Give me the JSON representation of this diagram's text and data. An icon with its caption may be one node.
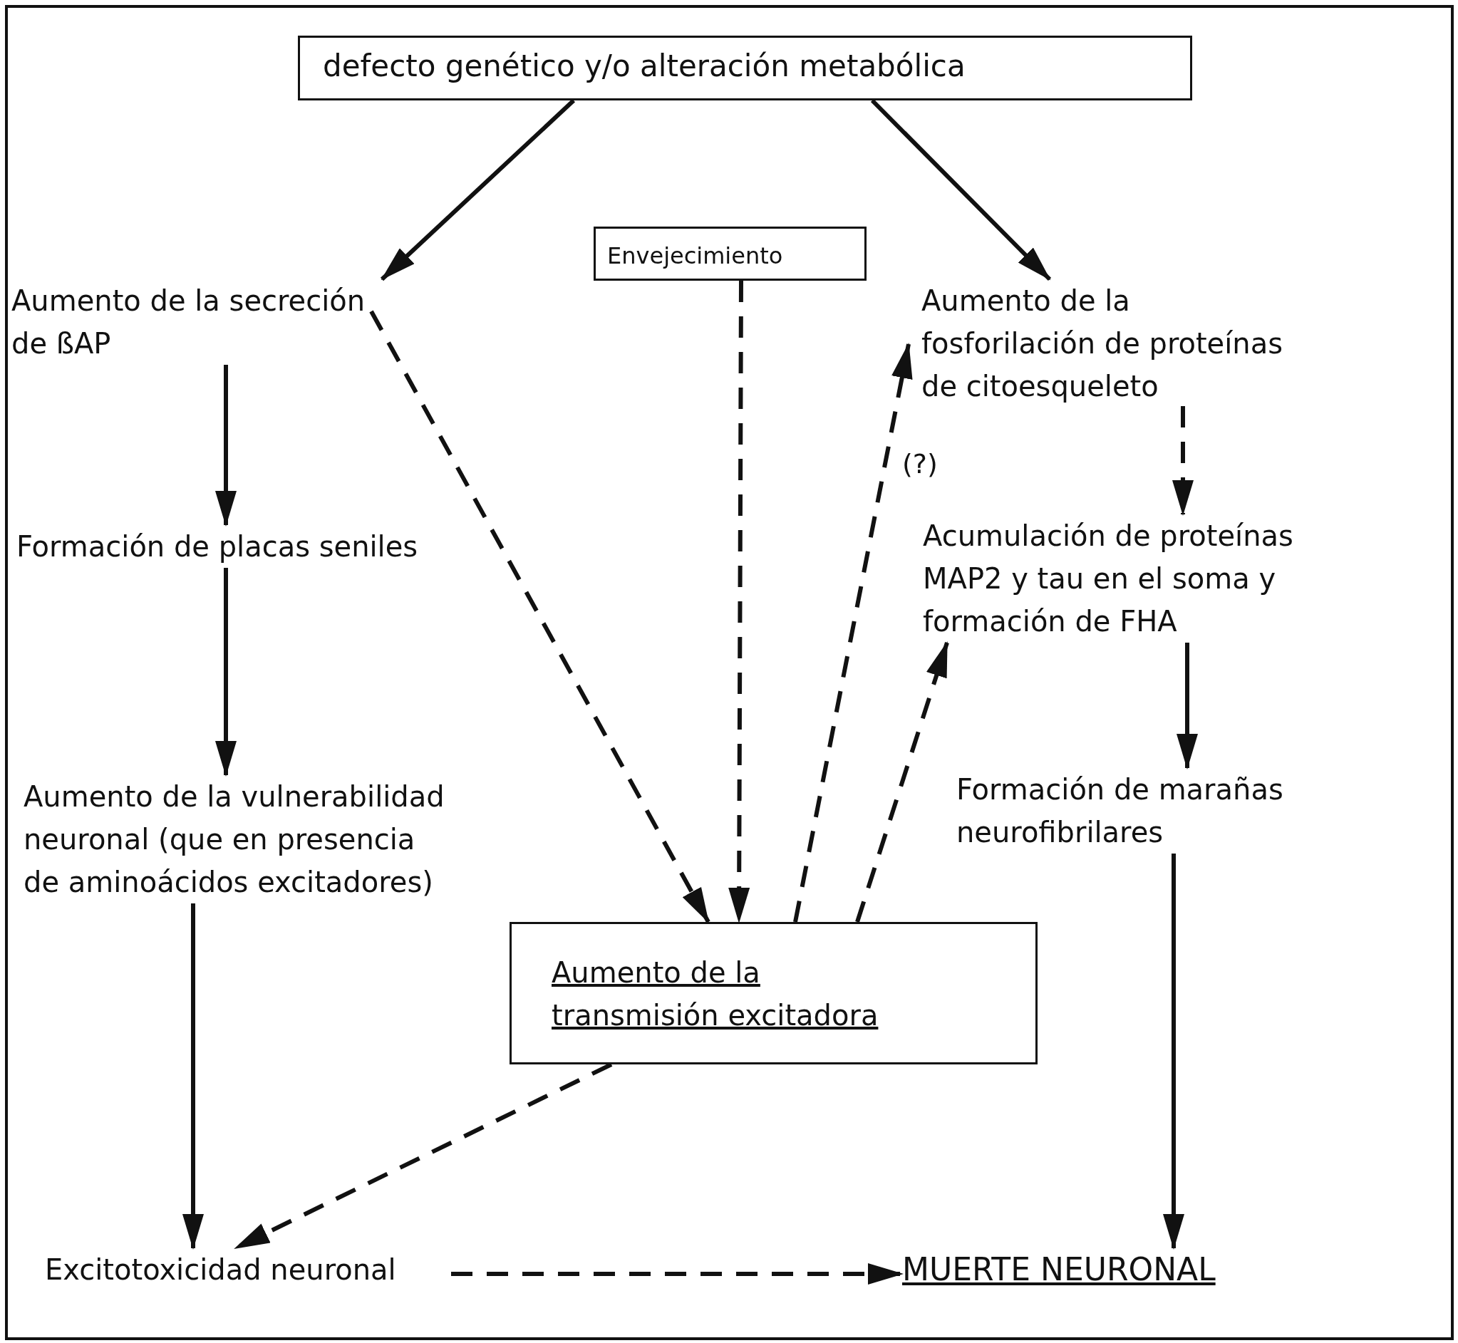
{
  "diagram": {
    "nodes": [
      {
        "text": [
          "defecto genético y/o alteración metabólica"
        ]
      },
      {
        "text": [
          "Aumento de la secreción de ßAP"
        ]
      },
      {
        "text": [
          "Envejecimiento"
        ]
      },
      {
        "text": [
          "Aumento de la fosforilación de proteínas de citoesqueleto"
        ]
      },
      {
        "text": [
          "Formación de placas seniles"
        ]
      },
      {
        "text": [
          "Acumulación de proteínas MAP2 y tau en el soma y formación de FHA"
        ]
      },
      {
        "text": [
          "Aumento de la vulnerabilidad neuronal (que en presencia de aminoácidos excitadores)"
        ]
      },
      {
        "text": [
          "Formación de marañas neurofibrilares"
        ]
      },
      {
        "text": [
          "Aumento de la transmisión excitadora"
        ]
      },
      {
        "text": [
          "Excitotoxicidad neuronal"
        ]
      },
      {
        "text": [
          "MUERTE NEURONAL"
        ]
      }
    ],
    "edges": [
      {
        "from": 0,
        "to": 1,
        "arrow": "to"
      },
      {
        "from": 0,
        "to": 3,
        "arrow": "to"
      },
      {
        "from": 1,
        "to": 8,
        "arrow": "to",
        "style": "dashed"
      },
      {
        "from": 2,
        "to": 8,
        "arrow": "to",
        "style": "dashed"
      },
      {
        "from": 8,
        "to": 3,
        "arrow": "to",
        "style": "dashed",
        "label": "(?)"
      },
      {
        "from": 8,
        "to": 5,
        "arrow": "to",
        "style": "dashed"
      },
      {
        "from": 3,
        "to": 5,
        "arrow": "to",
        "style": "dashed"
      },
      {
        "from": 1,
        "to": 4,
        "arrow": "to"
      },
      {
        "from": 4,
        "to": 6,
        "arrow": "to"
      },
      {
        "from": 6,
        "to": 9,
        "arrow": "to"
      },
      {
        "from": 5,
        "to": 7,
        "arrow": "to"
      },
      {
        "from": 7,
        "to": 10,
        "arrow": "to"
      },
      {
        "from": 8,
        "to": 9,
        "arrow": "to",
        "style": "dashed"
      },
      {
        "from": 9,
        "to": 10,
        "arrow": "to",
        "style": "dashed"
      }
    ]
  }
}
